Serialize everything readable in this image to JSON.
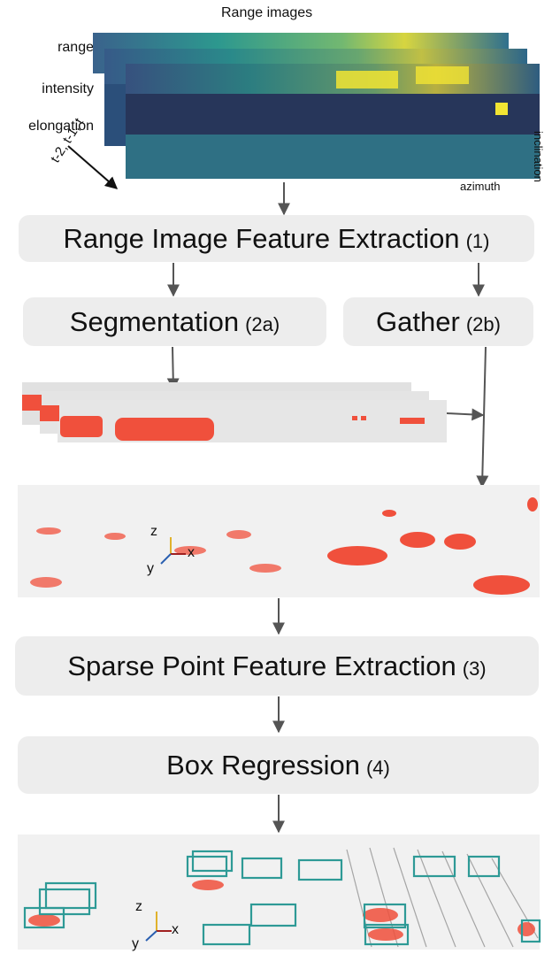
{
  "range_images": {
    "title": "Range images",
    "channels": [
      "range",
      "intensity",
      "elongation"
    ],
    "time_label": "t-2, t-1, t",
    "axis_azimuth": "azimuth",
    "axis_inclination": "inclination"
  },
  "steps": {
    "feature_extraction": {
      "label": "Range Image Feature Extraction",
      "num": "(1)"
    },
    "segmentation": {
      "label": "Segmentation",
      "num": "(2a)"
    },
    "gather": {
      "label": "Gather",
      "num": "(2b)"
    },
    "sparse": {
      "label": "Sparse Point Feature Extraction",
      "num": "(3)"
    },
    "box_regression": {
      "label": "Box Regression",
      "num": "(4)"
    }
  },
  "axes": {
    "z": "z",
    "y": "y",
    "x": "x"
  },
  "colors": {
    "box": "#ededed",
    "arrow": "#555555",
    "points": "#f0503c",
    "bbox": "#2e9a96"
  }
}
